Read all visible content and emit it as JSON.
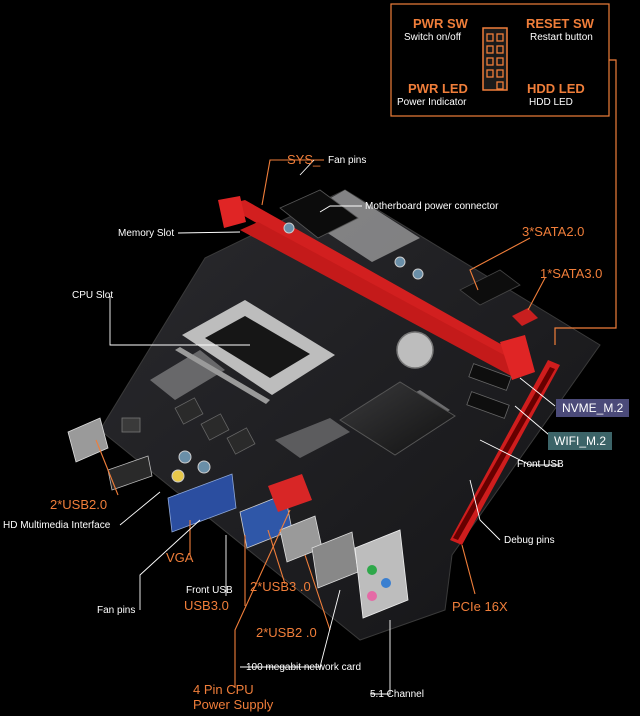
{
  "header_box": {
    "pwr_sw": "PWR SW",
    "pwr_sw_desc": "Switch on/off",
    "reset_sw": "RESET SW",
    "reset_sw_desc": "Restart button",
    "pwr_led": "PWR LED",
    "pwr_led_desc": "Power Indicator",
    "hdd_led": "HDD  LED",
    "hdd_led_desc": "HDD LED"
  },
  "labels": {
    "sys": "SYS_",
    "fan_pins_top": "Fan pins",
    "mb_power": "Motherboard power connector",
    "memory_slot": "Memory Slot",
    "sata2": "3*SATA2.0",
    "sata3": "1*SATA3.0",
    "cpu_slot": "CPU Slot",
    "nvme": "NVME_M.2",
    "wifi": "WIFI_M.2",
    "front_usb_right": "Front USB",
    "usb2_left": "2*USB2.0",
    "hdmi": "HD Multimedia Interface",
    "debug_pins": "Debug pins",
    "vga": "VGA",
    "front_usb_bottom": "Front USB",
    "usb3_front": "USB3.0",
    "usb3_rear": "2*USB3 .0",
    "fan_pins_bottom": "Fan pins",
    "pcie": "PCIe 16X",
    "usb2_rear": "2*USB2 .0",
    "network": "100 megabit network card",
    "cpu_power_1": "4 Pin CPU",
    "cpu_power_2": "Power Supply",
    "channel": "5.1 Channel"
  },
  "colors": {
    "accent": "#f07e3a",
    "nvme_box": "#4b4a79",
    "wifi_box": "#3c6468",
    "ram": "#d21f1f",
    "pcb": "#1b1b1d"
  }
}
